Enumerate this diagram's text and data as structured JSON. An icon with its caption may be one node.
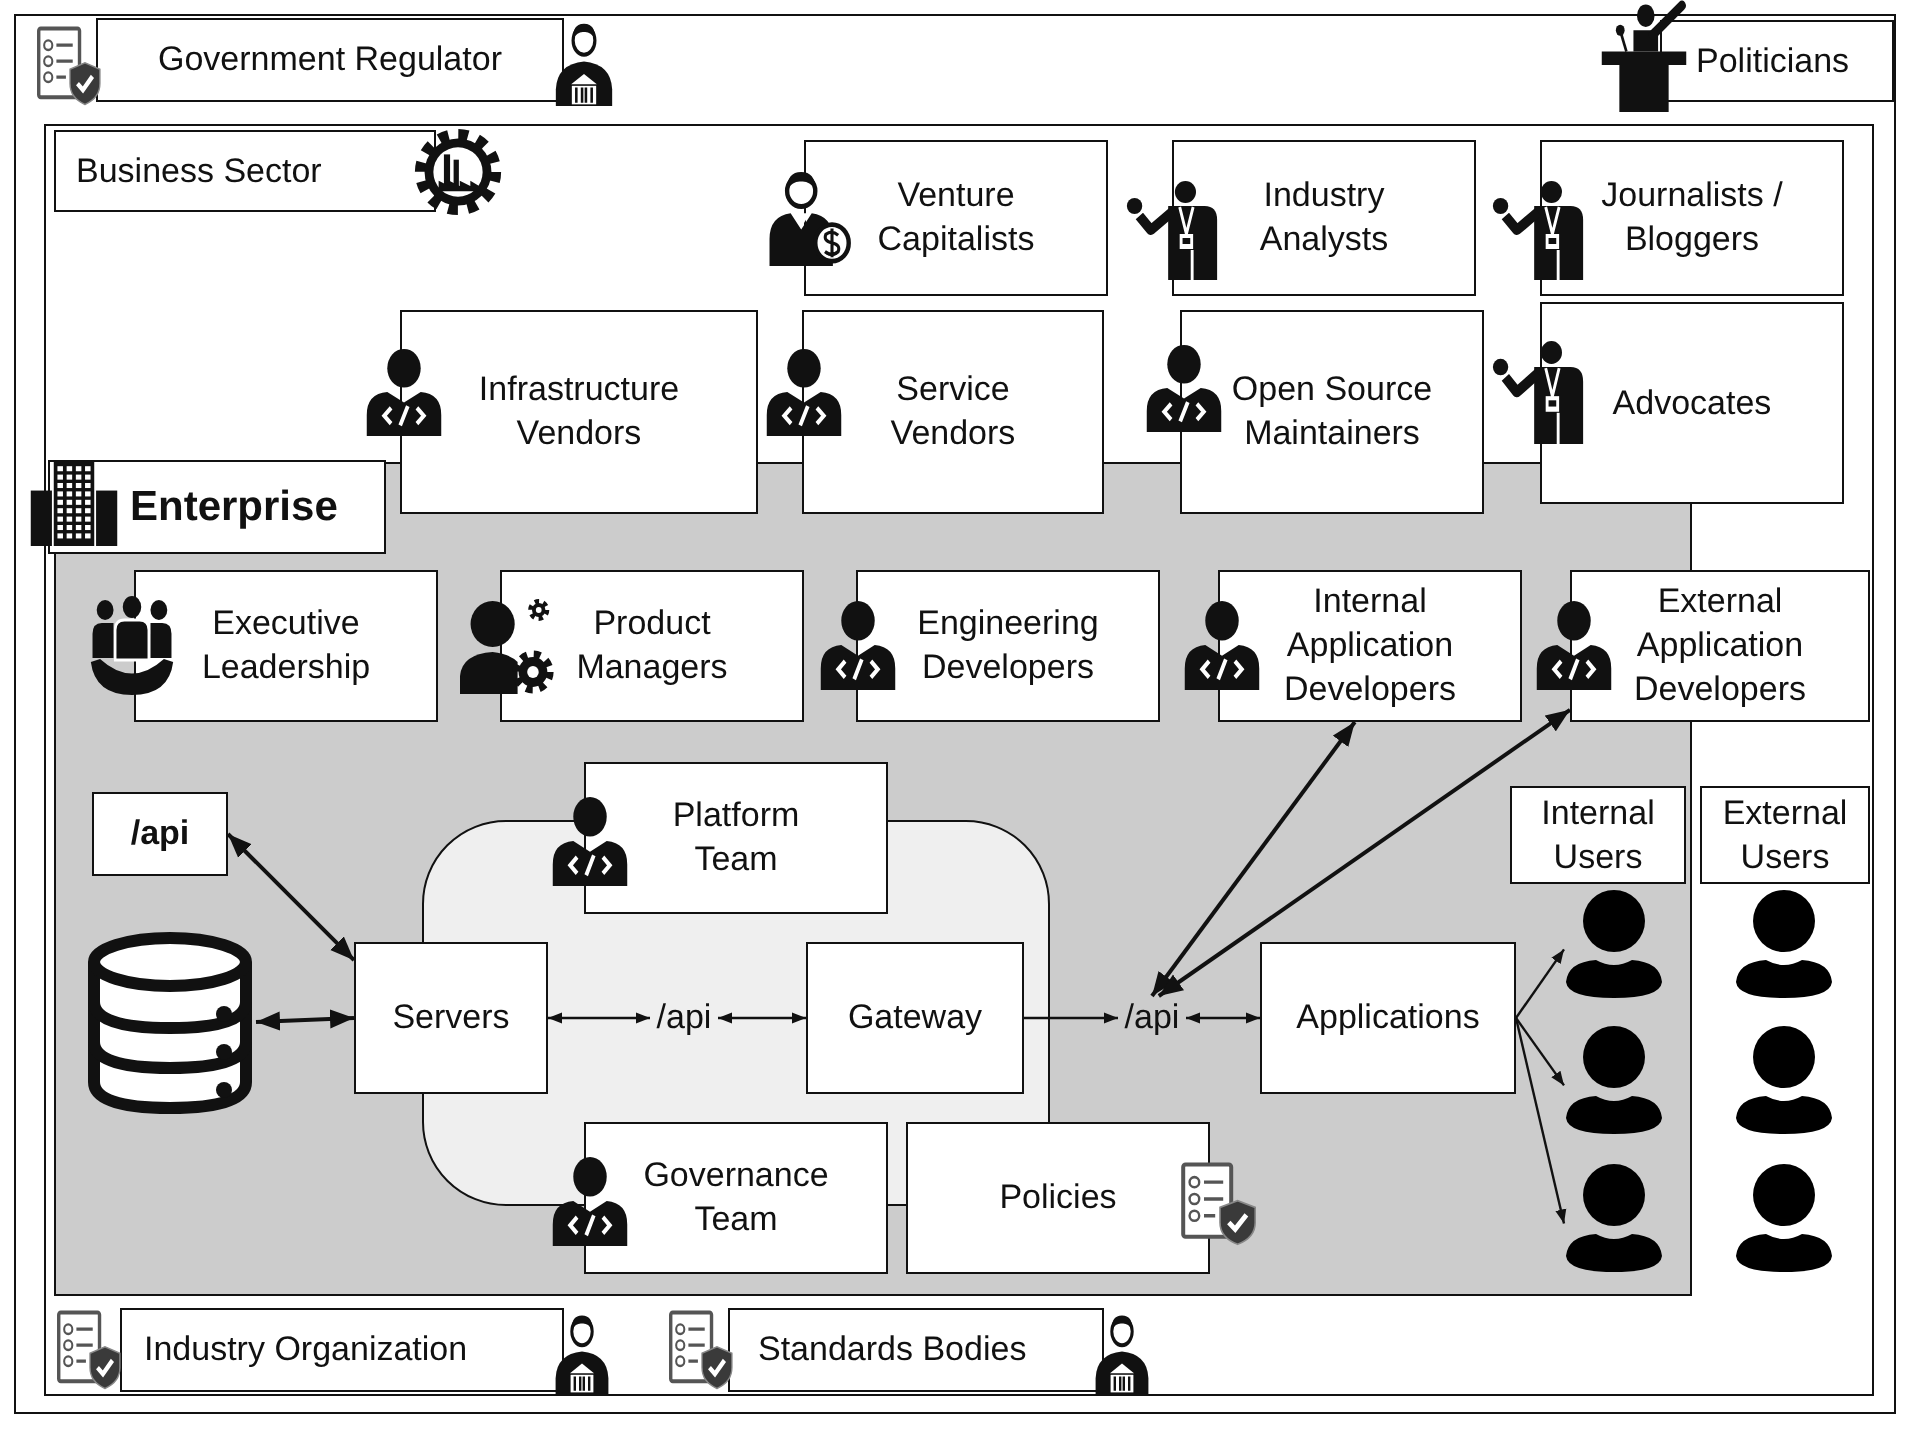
{
  "diagram": {
    "nodes": [
      {
        "text": [],
        "shape": "box"
      },
      {
        "text": [
          "Government Regulator"
        ],
        "in": 0
      },
      {
        "text": [
          "Politicians"
        ],
        "in": 0
      },
      {
        "text": [
          "Business Sector"
        ],
        "in": 0
      },
      {
        "text": [
          "Venture Capitalists"
        ],
        "in": 3
      },
      {
        "text": [
          "Industry Analysts"
        ],
        "in": 3
      },
      {
        "text": [
          "Journalists / Bloggers"
        ],
        "in": 3
      },
      {
        "text": [
          "Infrastructure Vendors"
        ],
        "in": 3
      },
      {
        "text": [
          "Service Vendors"
        ],
        "in": 3
      },
      {
        "text": [
          "Open Source Maintainers"
        ],
        "in": 3
      },
      {
        "text": [
          "Advocates"
        ],
        "in": 3
      },
      {
        "text": [
          "Enterprise"
        ],
        "in": 3
      },
      {
        "text": [
          "Executive Leadership"
        ],
        "in": 11
      },
      {
        "text": [
          "Product Managers"
        ],
        "in": 11
      },
      {
        "text": [
          "Engineering Developers"
        ],
        "in": 11
      },
      {
        "text": [
          "Internal Application Developers"
        ],
        "in": 11
      },
      {
        "text": [
          "External Application Developers"
        ],
        "in": 3
      },
      {
        "text": [
          "/api"
        ],
        "in": 11
      },
      {
        "text": [
          "Platform Team"
        ],
        "in": 11
      },
      {
        "text": [
          "Internal Users"
        ],
        "in": 11
      },
      {
        "text": [
          "External Users"
        ],
        "in": 3
      },
      {
        "text": [],
        "shape": "cylinder",
        "in": 11
      },
      {
        "text": [],
        "shape": "box",
        "in": 11
      },
      {
        "text": [
          "Servers"
        ],
        "in": 11
      },
      {
        "text": [
          "/api"
        ],
        "in": 22
      },
      {
        "text": [
          "Gateway"
        ],
        "in": 22
      },
      {
        "text": [
          "/api"
        ],
        "in": 11
      },
      {
        "text": [
          "Applications"
        ],
        "in": 11
      },
      {
        "text": [],
        "shape": "person",
        "in": 11
      },
      {
        "text": [],
        "shape": "person",
        "in": 11
      },
      {
        "text": [],
        "shape": "person",
        "in": 11
      },
      {
        "text": [],
        "shape": "person",
        "in": 3
      },
      {
        "text": [],
        "shape": "person",
        "in": 3
      },
      {
        "text": [],
        "shape": "person",
        "in": 3
      },
      {
        "text": [
          "Governance Team"
        ],
        "in": 11
      },
      {
        "text": [
          "Policies"
        ],
        "in": 11
      },
      {
        "text": [
          "Industry Organization"
        ],
        "in": 3
      },
      {
        "text": [
          "Standards Bodies"
        ],
        "in": 3
      }
    ],
    "edges": [
      {
        "from": 17,
        "to": 23,
        "arrow": "both"
      },
      {
        "from": 21,
        "to": 23,
        "arrow": "both"
      },
      {
        "from": 23,
        "to": 24,
        "arrow": "both"
      },
      {
        "from": 24,
        "to": 25,
        "arrow": "both"
      },
      {
        "from": 25,
        "to": 26,
        "arrow": "to"
      },
      {
        "from": 26,
        "to": 27,
        "arrow": "both"
      },
      {
        "from": 26,
        "to": 15,
        "arrow": "both"
      },
      {
        "from": 26,
        "to": 16,
        "arrow": "both"
      },
      {
        "from": 27,
        "to": 28,
        "arrow": "to"
      },
      {
        "from": 27,
        "to": 29,
        "arrow": "to"
      },
      {
        "from": 27,
        "to": 30,
        "arrow": "to"
      }
    ]
  }
}
